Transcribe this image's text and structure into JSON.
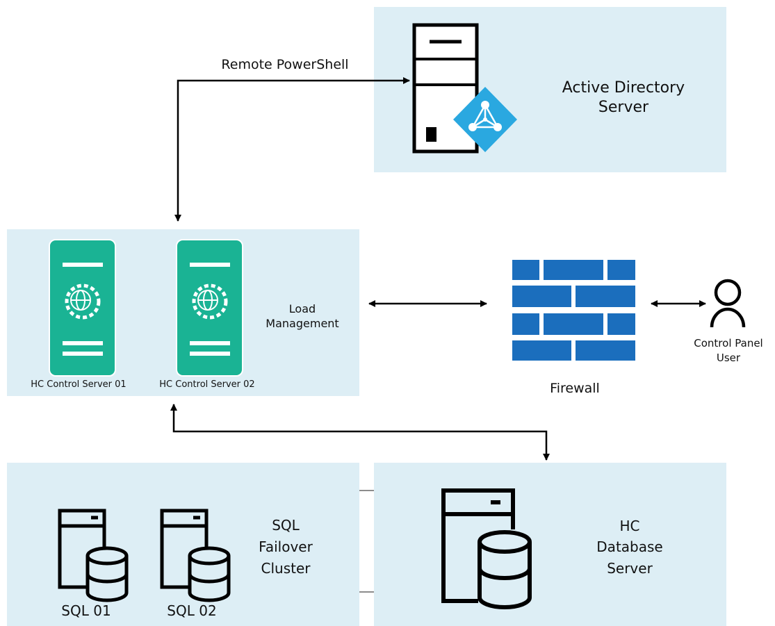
{
  "colors": {
    "panel": "#ddeef5",
    "control_server": "#1ab394",
    "firewall": "#1b6ebd",
    "ad_badge": "#2aa8e0",
    "line": "#000000"
  },
  "connections": {
    "powershell_label": "Remote PowerShell"
  },
  "active_directory": {
    "line1": "Active Directory",
    "line2": "Server",
    "icon": "server-tower-with-directory-badge"
  },
  "control_servers": {
    "group_line1": "Load",
    "group_line2": "Management",
    "server1": "HC Control Server 01",
    "server2": "HC Control Server 02",
    "icon": "globe-gear-server"
  },
  "firewall": {
    "label": "Firewall",
    "icon": "brick-wall"
  },
  "user": {
    "line1": "Control Panel",
    "line2": "User",
    "icon": "user-outline"
  },
  "sql_cluster": {
    "line1": "SQL",
    "line2": "Failover",
    "line3": "Cluster",
    "sql1": "SQL 01",
    "sql2": "SQL 02",
    "icon": "database-server"
  },
  "database_server": {
    "line1": "HC",
    "line2": "Database",
    "line3": "Server",
    "icon": "database-server"
  }
}
